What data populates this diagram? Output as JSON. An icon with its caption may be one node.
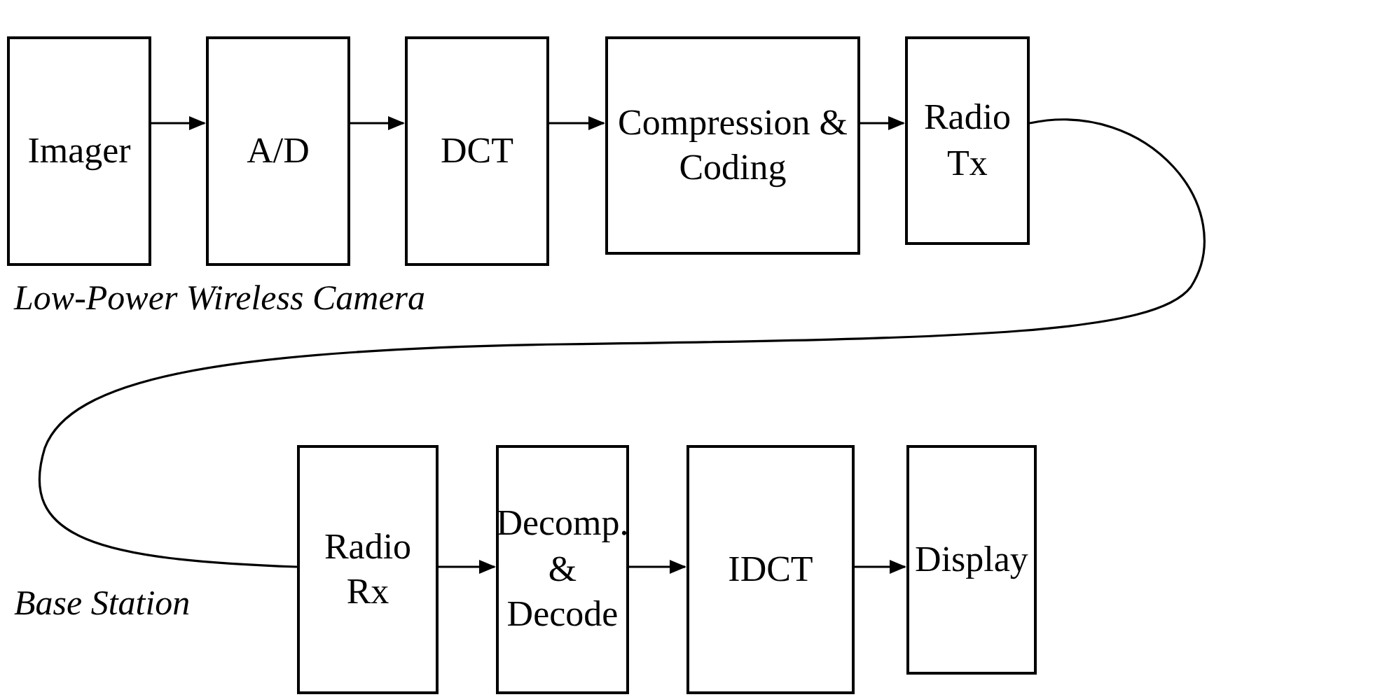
{
  "diagram": {
    "nodes": [
      {
        "text": [
          "Imager"
        ]
      },
      {
        "text": [
          "A/D"
        ]
      },
      {
        "text": [
          "DCT"
        ]
      },
      {
        "text": [
          "Compression & Coding"
        ]
      },
      {
        "text": [
          "Radio Tx"
        ]
      },
      {
        "text": [
          "Radio Rx"
        ]
      },
      {
        "text": [
          "Decomp. & Decode"
        ]
      },
      {
        "text": [
          "IDCT"
        ]
      },
      {
        "text": [
          "Display"
        ]
      }
    ],
    "edges": [
      {
        "from": 0,
        "to": 1,
        "arrow": "to"
      },
      {
        "from": 1,
        "to": 2,
        "arrow": "to"
      },
      {
        "from": 2,
        "to": 3,
        "arrow": "to"
      },
      {
        "from": 3,
        "to": 4,
        "arrow": "to"
      },
      {
        "from": 4,
        "to": 5,
        "arrow": "none"
      },
      {
        "from": 5,
        "to": 6,
        "arrow": "to"
      },
      {
        "from": 6,
        "to": 7,
        "arrow": "to"
      },
      {
        "from": 7,
        "to": 8,
        "arrow": "to"
      }
    ],
    "labels": [
      "Low-Power Wireless Camera",
      "Base Station"
    ]
  }
}
